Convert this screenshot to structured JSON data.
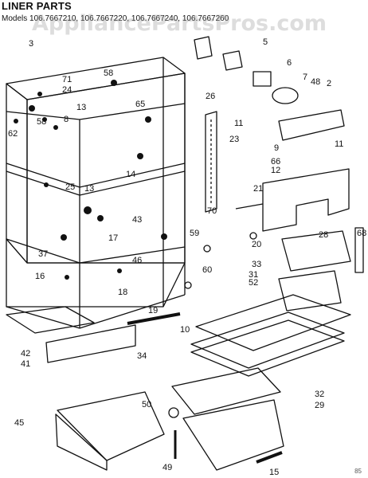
{
  "header": {
    "title": "LINER PARTS",
    "models": "Models 106.7667210, 106.7667220, 106.7667240, 106.7667260"
  },
  "watermark": "AppliancePartsPros.com",
  "footer_code": "85",
  "callouts": [
    "3",
    "5",
    "58",
    "71",
    "24",
    "13",
    "8",
    "58",
    "62",
    "65",
    "14",
    "13",
    "25",
    "37",
    "16",
    "17",
    "43",
    "46",
    "18",
    "26",
    "23",
    "70",
    "6",
    "7",
    "48",
    "2",
    "11",
    "11",
    "9",
    "66",
    "12",
    "21",
    "59",
    "20",
    "28",
    "68",
    "33",
    "31",
    "52",
    "60",
    "19",
    "10",
    "42",
    "41",
    "34",
    "50",
    "49",
    "32",
    "29",
    "15",
    "45"
  ],
  "colors": {
    "line": "#111111",
    "background": "#ffffff",
    "watermark": "#9a9a9a"
  }
}
